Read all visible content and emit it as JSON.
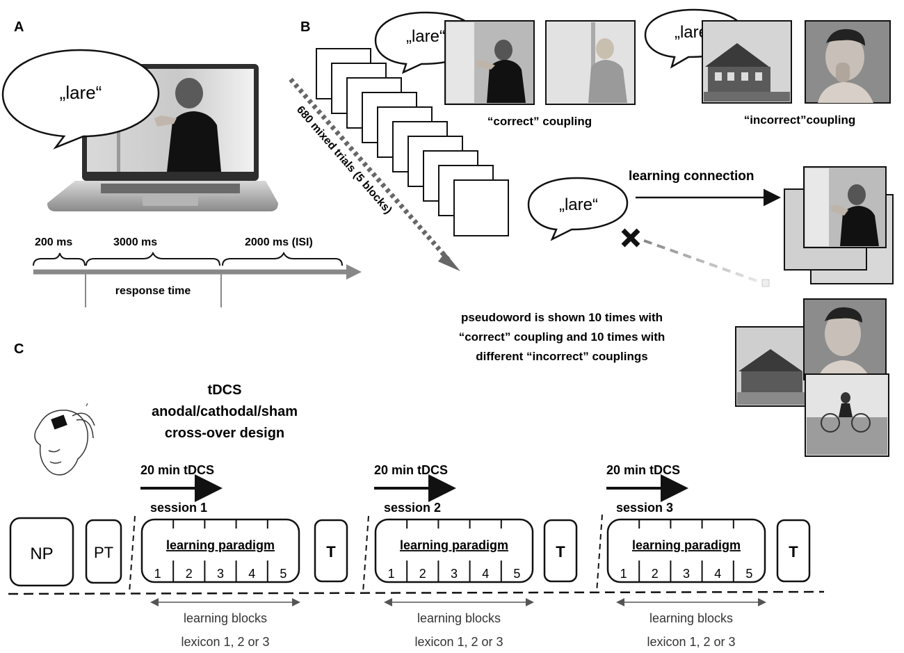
{
  "panels": {
    "a": "A",
    "b": "B",
    "c": "C"
  },
  "pseudoword": "„lare“",
  "panel_a": {
    "timing": {
      "t1": "200 ms",
      "t2": "3000 ms",
      "t3": "2000 ms (ISI)"
    },
    "response_time": "response time"
  },
  "panel_b": {
    "trials_label": "680 mixed trials (5 blocks)",
    "correct_coupling": "“correct” coupling",
    "incorrect_coupling": "“incorrect”coupling",
    "learning_connection": "learning connection",
    "caption_lines": [
      "pseudoword is shown 10 times with",
      "“correct” coupling and 10 times with",
      "different “incorrect” couplings"
    ]
  },
  "panel_c": {
    "tdcs_lines": [
      "tDCS",
      "anodal/cathodal/sham",
      "cross-over design"
    ],
    "np": "NP",
    "pt": "PT",
    "t": "T",
    "sessions": [
      {
        "duration": "20 min tDCS",
        "session": "session 1",
        "paradigm": "learning paradigm",
        "blocks": [
          "1",
          "2",
          "3",
          "4",
          "5"
        ],
        "blocks_label": "learning blocks",
        "lexicon": "lexicon 1, 2 or 3"
      },
      {
        "duration": "20 min tDCS",
        "session": "session 2",
        "paradigm": "learning paradigm",
        "blocks": [
          "1",
          "2",
          "3",
          "4",
          "5"
        ],
        "blocks_label": "learning blocks",
        "lexicon": "lexicon 1, 2 or 3"
      },
      {
        "duration": "20 min tDCS",
        "session": "session 3",
        "paradigm": "learning paradigm",
        "blocks": [
          "1",
          "2",
          "3",
          "4",
          "5"
        ],
        "blocks_label": "learning blocks",
        "lexicon": "lexicon 1, 2 or 3"
      }
    ]
  },
  "colors": {
    "ink": "#111111",
    "timeline": "#888888",
    "dotted_arrow": "#666666",
    "photo_bg": "#9a9a9a"
  }
}
